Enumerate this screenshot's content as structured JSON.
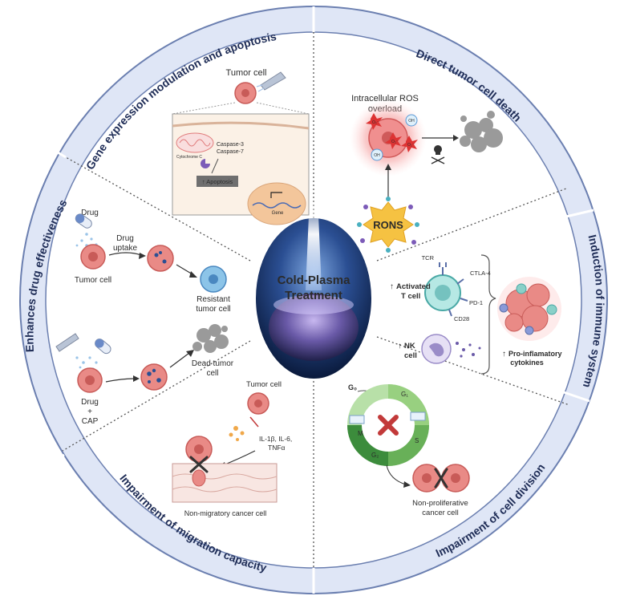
{
  "center": {
    "line1": "Cold-Plasma",
    "line2": "Treatment"
  },
  "sections": {
    "top_left": "Gene expression modulation and apoptosis",
    "top_right": "Direct tumor cell death",
    "right": "Induction of immune system",
    "bottom_right": "Impairment of cell division",
    "bottom_left": "Impairment of migration capacity",
    "left": "Enhances drug effectiveness"
  },
  "gene_panel": {
    "tumor_cell": "Tumor cell",
    "cytochrome": "Cytochrome C",
    "caspase3": "Caspase-3",
    "caspase7": "Caspase-7",
    "apoptosis": "↑ Apoptosis",
    "gene": "Gene"
  },
  "death_panel": {
    "ros_line1": "Intracellular ROS",
    "ros_line2": "overload",
    "rons": "RONS",
    "o2": "O₂⁻",
    "oh": "OH"
  },
  "immune_panel": {
    "tcr": "TCR",
    "ctla4": "CTLA-4",
    "pd1": "PD-1",
    "cd28": "CD28",
    "t_cell_1": "Activated",
    "t_cell_2": "T cell",
    "nk_1": "NK",
    "nk_2": "cell",
    "cytokines_1": "Pro-inflamatory",
    "cytokines_2": "cytokines"
  },
  "division_panel": {
    "g0": "G₀",
    "g1": "G₁",
    "s": "S",
    "g2": "G₂",
    "m": "M",
    "caption_1": "Non-proliferative",
    "caption_2": "cancer cell"
  },
  "migration_panel": {
    "tumor_cell": "Tumor cell",
    "cytokines_1": "IL-1β, IL-6,",
    "cytokines_2": "TNFα",
    "caption": "Non-migratory cancer cell"
  },
  "drug_panel": {
    "drug": "Drug",
    "uptake_1": "Drug",
    "uptake_2": "uptake",
    "tumor_cell": "Tumor cell",
    "resistant_1": "Resistant",
    "resistant_2": "tumor cell",
    "dead_1": "Dead tumor",
    "dead_2": "cell",
    "combo_1": "Drug",
    "combo_2": "+",
    "combo_3": "CAP"
  },
  "colors": {
    "ring": "#dfe6f6",
    "ring_border": "#6b7fb0",
    "tumor": "#e98a86",
    "tumor_dark": "#c85b58",
    "resistant": "#8cc4e8",
    "dead": "#9a9a9a",
    "rons": "#f5c242"
  }
}
